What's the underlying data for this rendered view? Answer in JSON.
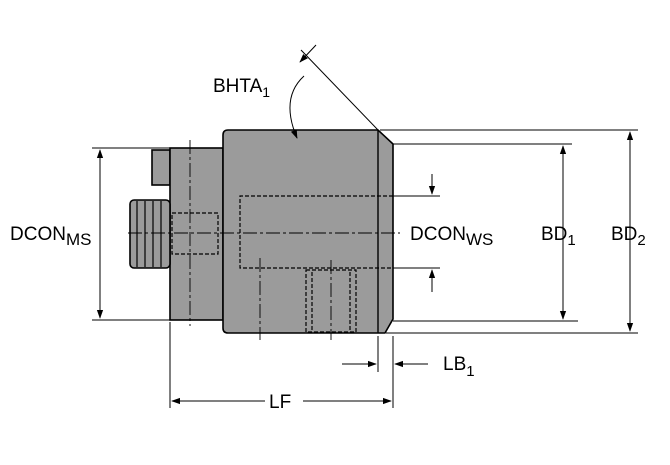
{
  "labels": {
    "bhta": "BHTA",
    "bhta_sub": "1",
    "dcon_ms": "DCON",
    "dcon_ms_sub": "MS",
    "dcon_ws": "DCON",
    "dcon_ws_sub": "WS",
    "bd1": "BD",
    "bd1_sub": "1",
    "bd2": "BD",
    "bd2_sub": "2",
    "lb1": "LB",
    "lb1_sub": "1",
    "lf": "LF"
  },
  "colors": {
    "body": "#9b9b9b",
    "outline": "#000000",
    "background": "#ffffff"
  }
}
